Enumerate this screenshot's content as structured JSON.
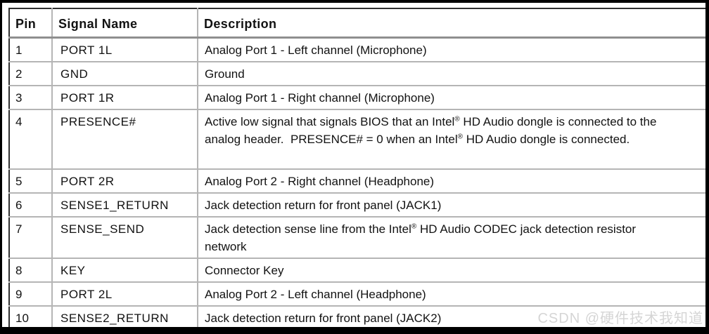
{
  "table": {
    "columns": [
      "Pin",
      "Signal Name",
      "Description"
    ],
    "rows": [
      {
        "pin": "1",
        "signal": "PORT 1L",
        "description": "Analog Port 1 - Left channel (Microphone)"
      },
      {
        "pin": "2",
        "signal": "GND",
        "description": "Ground"
      },
      {
        "pin": "3",
        "signal": "PORT 1R",
        "description": "Analog Port 1 - Right channel (Microphone)"
      },
      {
        "pin": "4",
        "signal": "PRESENCE#",
        "description": "Active low signal that signals BIOS that an Intel® HD Audio dongle is connected to the analog header.  PRESENCE# = 0 when an Intel® HD Audio dongle is connected."
      },
      {
        "pin": "5",
        "signal": "PORT 2R",
        "description": "Analog Port 2 - Right channel (Headphone)"
      },
      {
        "pin": "6",
        "signal": "SENSE1_RETURN",
        "description": "Jack detection return for front panel (JACK1)"
      },
      {
        "pin": "7",
        "signal": "SENSE_SEND",
        "description": "Jack detection sense line from the Intel® HD Audio CODEC jack detection resistor network"
      },
      {
        "pin": "8",
        "signal": "KEY",
        "description": "Connector Key"
      },
      {
        "pin": "9",
        "signal": "PORT 2L",
        "description": "Analog Port 2 - Left channel (Headphone)"
      },
      {
        "pin": "10",
        "signal": "SENSE2_RETURN",
        "description": "Jack detection return for front panel (JACK2)"
      }
    ]
  },
  "watermark": {
    "text": "CSDN @硬件技术我知道",
    "color": "#d5d5d5"
  },
  "colors": {
    "frame": "#000000",
    "table_outer_border": "#2e2e2e",
    "gridline": "#b5b5b5",
    "header_divider": "#8f8f8f",
    "text": "#121212"
  }
}
